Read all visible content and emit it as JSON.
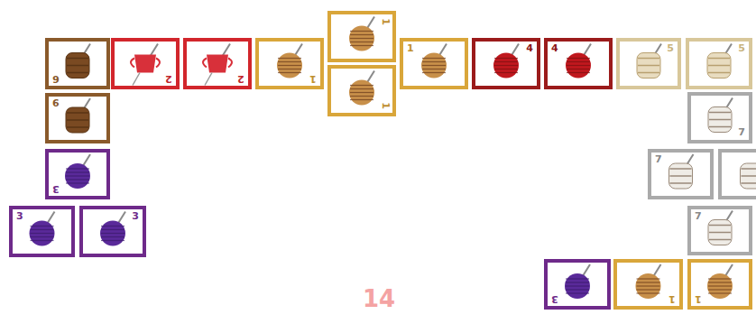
{
  "diagram": {
    "nodes": [
      {
        "text": [
          "6"
        ]
      },
      {
        "text": [
          "2"
        ]
      },
      {
        "text": [
          "2"
        ]
      },
      {
        "text": [
          "1"
        ]
      },
      {
        "text": [
          "1"
        ]
      },
      {
        "text": [
          "1"
        ]
      },
      {
        "text": [
          "1"
        ]
      },
      {
        "text": [
          "4"
        ]
      },
      {
        "text": [
          "4"
        ]
      },
      {
        "text": [
          "5"
        ]
      },
      {
        "text": [
          "5"
        ]
      },
      {
        "text": [
          "6"
        ]
      },
      {
        "text": [
          "7"
        ]
      },
      {
        "text": [
          "3"
        ]
      },
      {
        "text": [
          "7"
        ]
      },
      {
        "text": [
          "3"
        ]
      },
      {
        "text": [
          "3"
        ]
      },
      {
        "text": [
          "7"
        ]
      },
      {
        "text": [
          "3"
        ]
      },
      {
        "text": [
          "1"
        ]
      },
      {
        "text": [
          "1"
        ]
      }
    ],
    "labels": [
      "14"
    ]
  }
}
